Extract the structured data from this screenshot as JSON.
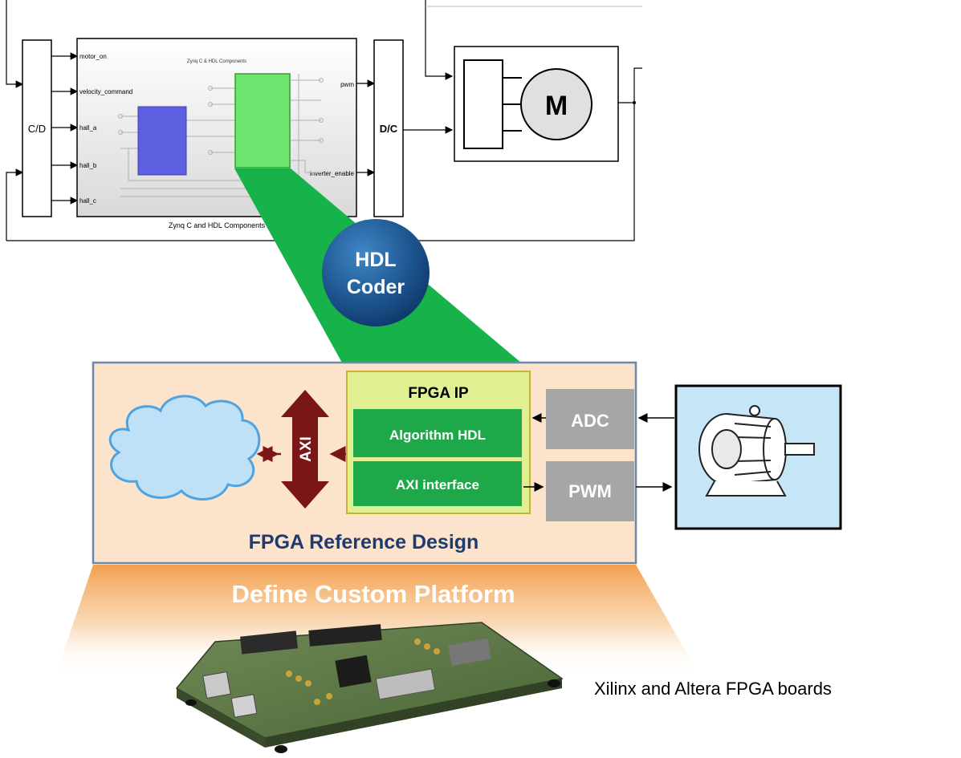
{
  "simulink": {
    "cd_block_label": "C/D",
    "dc_block_label": "D/C",
    "motor_label": "M",
    "subsystem_title": "Zynq C & HDL Components",
    "subsystem_caption": "Zynq C and HDL Components",
    "inputs": [
      "motor_on",
      "velocity_command",
      "hall_a",
      "hall_b",
      "hall_c"
    ],
    "outputs": [
      "pwm",
      "inverter_enable"
    ]
  },
  "hdl_coder": {
    "line1": "HDL",
    "line2": "Coder"
  },
  "reference_design": {
    "title": "FPGA Reference Design",
    "axi_label": "AXI",
    "fpga_ip_title": "FPGA IP",
    "algorithm_label": "Algorithm HDL",
    "axi_interface_label": "AXI interface",
    "adc_label": "ADC",
    "pwm_label": "PWM"
  },
  "platform": {
    "banner": "Define Custom Platform",
    "boards_caption": "Xilinx and Altera FPGA boards"
  },
  "colors": {
    "green_zoom": "#17b34a",
    "ref_design_bg": "#fbe3cc",
    "ref_design_border": "#6b88a8",
    "fpga_ip_bg": "#e1ee91",
    "fpga_ip_inner": "#1fa84a",
    "axi_arrow": "#7a1616",
    "io_block": "#a6a6a6",
    "cloud_fill": "#bfe1f7",
    "cloud_stroke": "#4ea3e0",
    "hdl_circle": "#1a4f86",
    "motor_panel": "#c6e6f8",
    "title_text": "#1f3a6e"
  }
}
